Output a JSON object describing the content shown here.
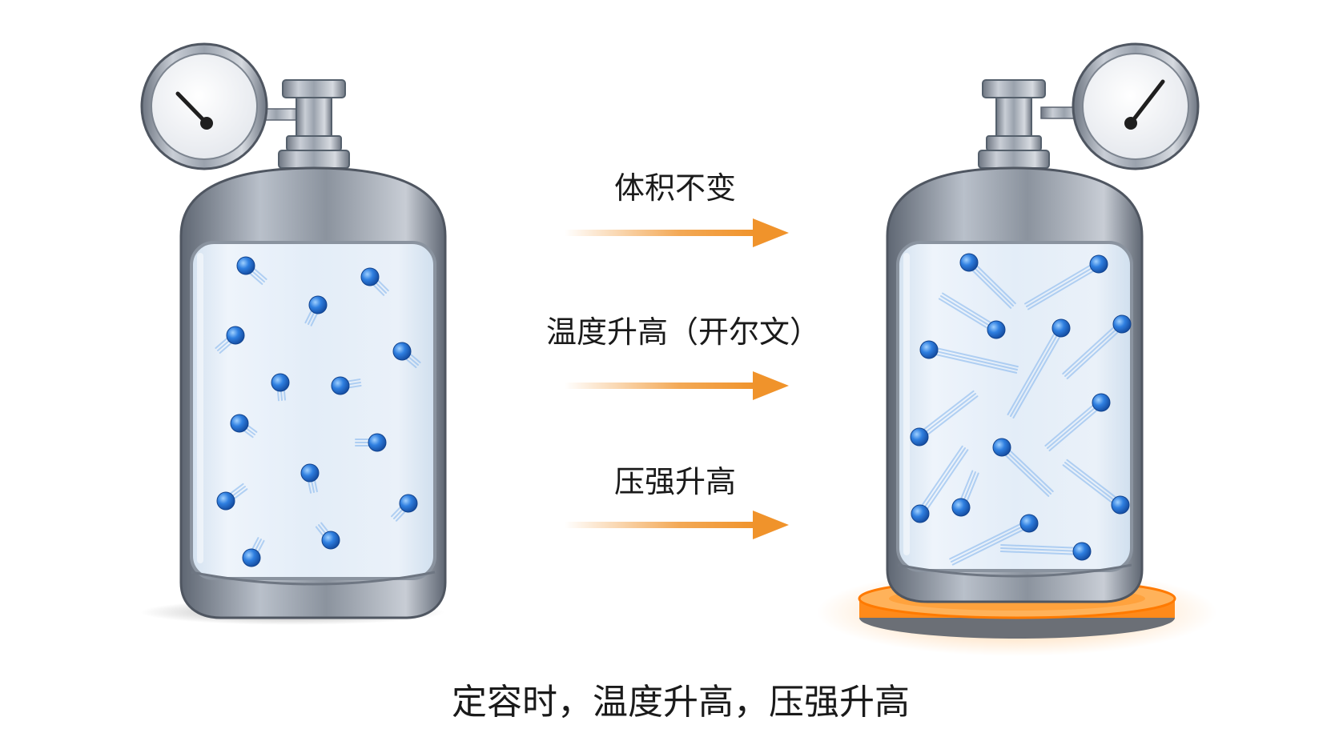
{
  "labels": {
    "volume": "体积不变",
    "temperature": "温度升高（开尔文）",
    "pressure": "压强升高"
  },
  "caption": "定容时，温度升高，压强升高",
  "colors": {
    "arrow": "#f0932b",
    "particle": "#2f7fe0",
    "heater": "#ff8a1a",
    "metal": "#8e96a3",
    "glass": "#e4eef8"
  },
  "gauges": {
    "left_level": "low",
    "right_level": "high"
  },
  "particle_motion": {
    "left": "short-trails",
    "right": "long-trails"
  }
}
